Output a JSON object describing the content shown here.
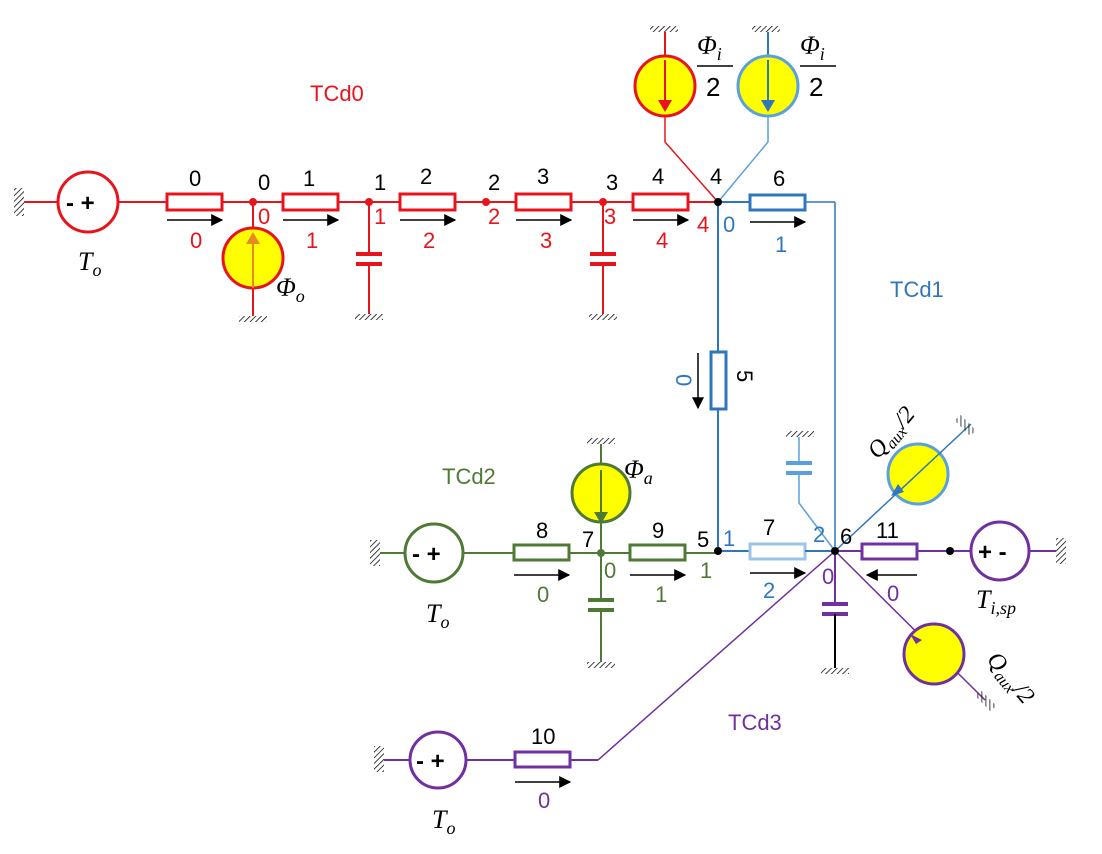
{
  "diagram": {
    "groups": {
      "tcd0": "TCd0",
      "tcd1": "TCd1",
      "tcd2": "TCd2",
      "tcd3": "TCd3"
    },
    "colors": {
      "tcd0": "#e8141b",
      "tcd1": "#2f77bd",
      "tcd1_light": "#5aa0dc",
      "tcd2": "#4e7a35",
      "tcd3": "#7030a0",
      "source_fill": "#ffff00",
      "black": "#000000"
    },
    "sources": {
      "to": "T",
      "to_sub": "o",
      "ti": "T",
      "ti_sub": "i,sp",
      "phi": "Φ",
      "phi_o_sub": "o",
      "phi_a_sub": "a",
      "phi_i_sub": "i",
      "phi_i_den": "2",
      "q": "Q",
      "q_sub": "aux",
      "q_den": "/2",
      "plusminus": "- +",
      "minusplus": "+ -"
    },
    "tcd0": {
      "resistors": [
        "0",
        "1",
        "2",
        "3",
        "4"
      ],
      "nodes_black": [
        "0",
        "1",
        "2",
        "3",
        "4"
      ],
      "nodes_red": [
        "0",
        "1",
        "2",
        "3",
        "4"
      ],
      "flows": [
        "0",
        "1",
        "2",
        "3",
        "4"
      ]
    },
    "tcd1": {
      "resistors": [
        "6",
        "5",
        "7"
      ],
      "nodes": [
        "0",
        "1",
        "2"
      ],
      "flows": [
        "1",
        "0",
        "2"
      ]
    },
    "tcd2": {
      "resistors": [
        "8",
        "9"
      ],
      "nodes_black": [
        "7",
        "5"
      ],
      "nodes": [
        "0",
        "1"
      ],
      "flows": [
        "0",
        "1"
      ]
    },
    "tcd3": {
      "resistors": [
        "11",
        "10"
      ],
      "node_black": "6",
      "nodes": [
        "0"
      ],
      "flows": [
        "0",
        "0"
      ]
    }
  }
}
